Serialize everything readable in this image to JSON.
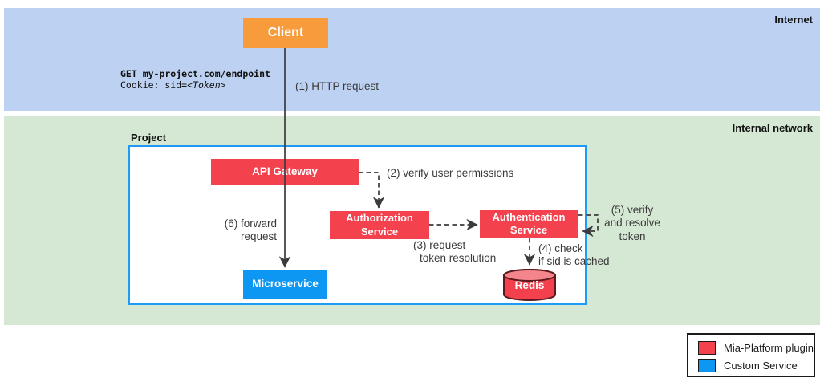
{
  "zones": {
    "internet": {
      "label": "Internet"
    },
    "internal_network": {
      "label": "Internal network"
    }
  },
  "project": {
    "label": "Project"
  },
  "nodes": {
    "client": {
      "label": "Client",
      "color": "#f89b3c"
    },
    "api_gateway": {
      "label": "API Gateway",
      "color": "#f4414e"
    },
    "authorization_service": {
      "label": "Authorization Service",
      "color": "#f4414e"
    },
    "authentication_service": {
      "label": "Authentication Service",
      "color": "#f4414e"
    },
    "microservice": {
      "label": "Microservice",
      "color": "#0d96f2"
    },
    "redis": {
      "label": "Redis",
      "color": "#f2414d",
      "top_color": "#f5858d"
    }
  },
  "request_text": {
    "line1": "GET my-project.com/endpoint",
    "cookie_prefix": "Cookie: sid=<",
    "cookie_token": "Token",
    "cookie_suffix": ">"
  },
  "edge_labels": {
    "step1": "(1) HTTP request",
    "step2": "(2) verify user permissions",
    "step3_line1": "(3) request",
    "step3_line2": "token resolution",
    "step4_line1": "(4) check",
    "step4_line2": "if sid is cached",
    "step5_line1": "(5) verify",
    "step5_line2": "and resolve",
    "step5_line3": "token",
    "step6_line1": "(6) forward",
    "step6_line2": "request"
  },
  "legend": {
    "items": [
      {
        "label": "Mia-Platform plugin",
        "color": "#f4414e"
      },
      {
        "label": "Custom Service",
        "color": "#0d96f2"
      }
    ]
  },
  "colors": {
    "internet_band": "#bdd2f2",
    "internal_band": "#d5e8d4",
    "project_border": "#1e9bf6",
    "arrow": "#3b3b3b"
  }
}
